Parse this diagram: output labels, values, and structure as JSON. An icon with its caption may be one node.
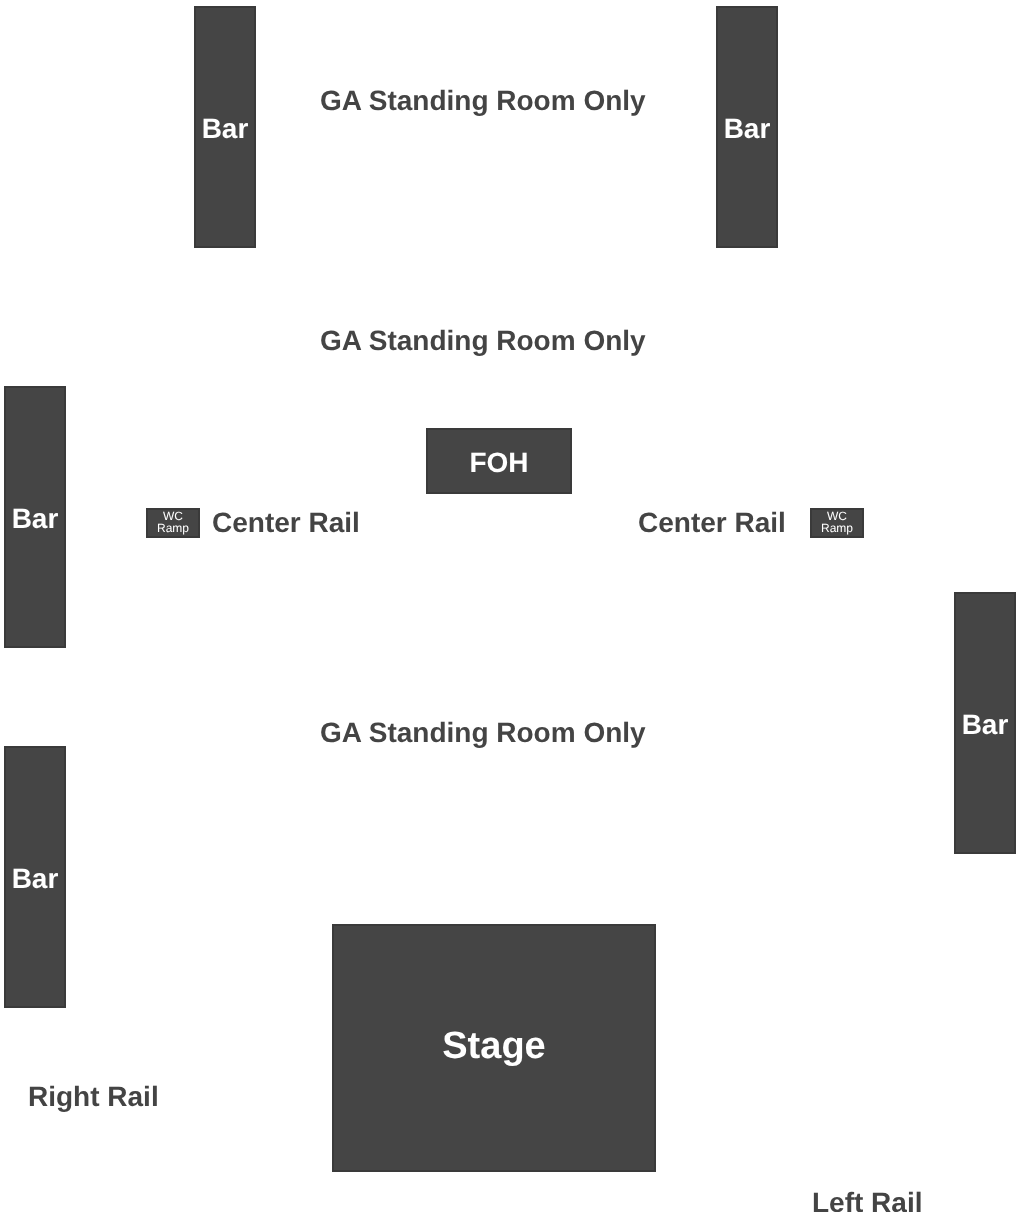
{
  "diagram": {
    "nodes": [
      {
        "text": [
          "Bar"
        ]
      },
      {
        "text": [
          "Bar"
        ]
      },
      {
        "text": [
          "Bar"
        ]
      },
      {
        "text": [
          "FOH"
        ]
      },
      {
        "text": [
          "WC Ramp"
        ]
      },
      {
        "text": [
          "WC Ramp"
        ]
      },
      {
        "text": [
          "Bar"
        ]
      },
      {
        "text": [
          "Bar"
        ]
      },
      {
        "text": [
          "Stage"
        ]
      }
    ],
    "labels": [
      "GA Standing Room Only",
      "GA Standing Room Only",
      "Center Rail",
      "Center Rail",
      "GA Standing Room Only",
      "Right Rail",
      "Left Rail"
    ]
  }
}
